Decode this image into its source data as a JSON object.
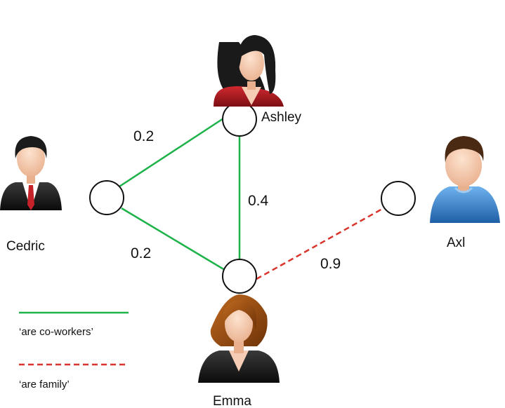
{
  "people": {
    "ashley": {
      "name": "Ashley",
      "icon": "woman-dark-hair-red-blazer-icon"
    },
    "cedric": {
      "name": "Cedric",
      "icon": "man-suit-red-tie-icon"
    },
    "axl": {
      "name": "Axl",
      "icon": "boy-blue-shirt-icon"
    },
    "emma": {
      "name": "Emma",
      "icon": "woman-auburn-hair-black-blazer-icon"
    }
  },
  "edges": [
    {
      "from": "Cedric",
      "to": "Ashley",
      "weight": "0.2",
      "relation": "are co-workers"
    },
    {
      "from": "Ashley",
      "to": "Emma",
      "weight": "0.4",
      "relation": "are co-workers"
    },
    {
      "from": "Cedric",
      "to": "Emma",
      "weight": "0.2",
      "relation": "are co-workers"
    },
    {
      "from": "Emma",
      "to": "Axl",
      "weight": "0.9",
      "relation": "are family"
    }
  ],
  "legend": {
    "coworkers": {
      "label": "‘are co-workers’",
      "color": "#1db24a",
      "style": "solid"
    },
    "family": {
      "label": "‘are family’",
      "color": "#d9342b",
      "style": "dashed"
    }
  }
}
